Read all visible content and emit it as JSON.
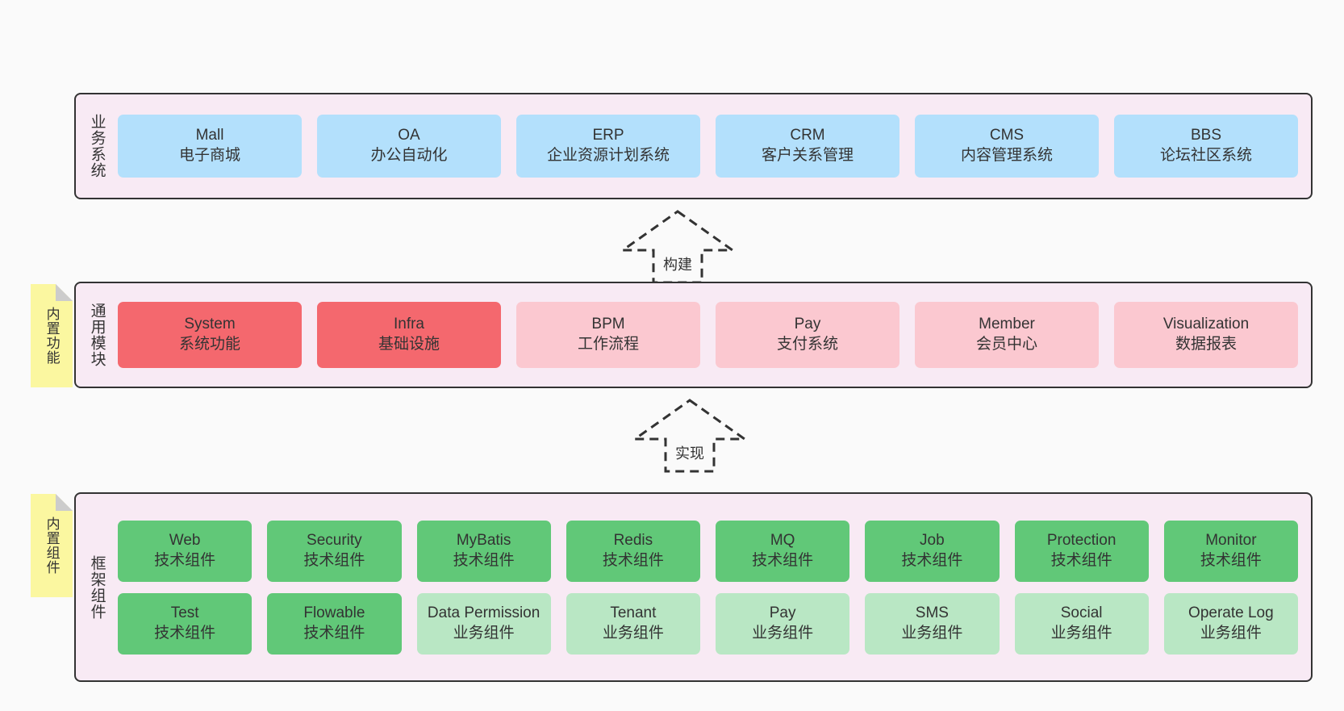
{
  "diagram": {
    "background": "#fafafa",
    "band_fill": "#f8eaf4",
    "band_stroke": "#333333",
    "note_fill": "#fbf7a0"
  },
  "layers": [
    {
      "id": "business",
      "title": "业务系统",
      "rows": [
        [
          {
            "name": "Mall",
            "desc": "电子商城",
            "color": "#b3e0fc"
          },
          {
            "name": "OA",
            "desc": "办公自动化",
            "color": "#b3e0fc"
          },
          {
            "name": "ERP",
            "desc": "企业资源计划系统",
            "color": "#b3e0fc"
          },
          {
            "name": "CRM",
            "desc": "客户关系管理",
            "color": "#b3e0fc"
          },
          {
            "name": "CMS",
            "desc": "内容管理系统",
            "color": "#b3e0fc"
          },
          {
            "name": "BBS",
            "desc": "论坛社区系统",
            "color": "#b3e0fc"
          }
        ]
      ]
    },
    {
      "id": "module",
      "title": "通用模块",
      "note": "内置功能",
      "rows": [
        [
          {
            "name": "System",
            "desc": "系统功能",
            "color": "#f4686e"
          },
          {
            "name": "Infra",
            "desc": "基础设施",
            "color": "#f4686e"
          },
          {
            "name": "BPM",
            "desc": "工作流程",
            "color": "#fbc8d0"
          },
          {
            "name": "Pay",
            "desc": "支付系统",
            "color": "#fbc8d0"
          },
          {
            "name": "Member",
            "desc": "会员中心",
            "color": "#fbc8d0"
          },
          {
            "name": "Visualization",
            "desc": "数据报表",
            "color": "#fbc8d0"
          }
        ]
      ]
    },
    {
      "id": "framework",
      "title": "框架组件",
      "note": "内置组件",
      "rows": [
        [
          {
            "name": "Web",
            "desc": "技术组件",
            "color": "#61c878"
          },
          {
            "name": "Security",
            "desc": "技术组件",
            "color": "#61c878"
          },
          {
            "name": "MyBatis",
            "desc": "技术组件",
            "color": "#61c878"
          },
          {
            "name": "Redis",
            "desc": "技术组件",
            "color": "#61c878"
          },
          {
            "name": "MQ",
            "desc": "技术组件",
            "color": "#61c878"
          },
          {
            "name": "Job",
            "desc": "技术组件",
            "color": "#61c878"
          },
          {
            "name": "Protection",
            "desc": "技术组件",
            "color": "#61c878"
          },
          {
            "name": "Monitor",
            "desc": "技术组件",
            "color": "#61c878"
          }
        ],
        [
          {
            "name": "Test",
            "desc": "技术组件",
            "color": "#61c878"
          },
          {
            "name": "Flowable",
            "desc": "技术组件",
            "color": "#61c878"
          },
          {
            "name": "Data Permission",
            "desc": "业务组件",
            "color": "#b9e7c4"
          },
          {
            "name": "Tenant",
            "desc": "业务组件",
            "color": "#b9e7c4"
          },
          {
            "name": "Pay",
            "desc": "业务组件",
            "color": "#b9e7c4"
          },
          {
            "name": "SMS",
            "desc": "业务组件",
            "color": "#b9e7c4"
          },
          {
            "name": "Social",
            "desc": "业务组件",
            "color": "#b9e7c4"
          },
          {
            "name": "Operate Log",
            "desc": "业务组件",
            "color": "#b9e7c4"
          }
        ]
      ]
    }
  ],
  "connectors": [
    {
      "id": "build",
      "label": "构建"
    },
    {
      "id": "implement",
      "label": "实现"
    }
  ]
}
